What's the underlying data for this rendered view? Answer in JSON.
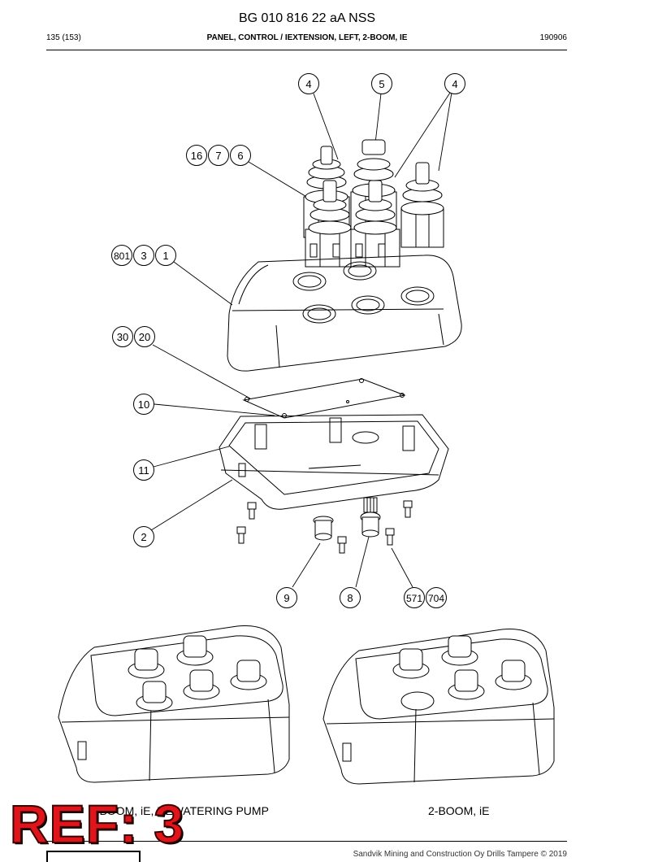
{
  "header": {
    "doc_title": "BG 010 816 22 aA NSS",
    "page": "135 (153)",
    "section": "PANEL, CONTROL / IEXTENSION, LEFT, 2-BOOM, IE",
    "code": "190906"
  },
  "callouts": {
    "c1": "4",
    "c2": "5",
    "c3": "4",
    "c4": "16",
    "c5": "7",
    "c6": "6",
    "c7": "801",
    "c8": "3",
    "c9": "1",
    "c10": "30",
    "c11": "20",
    "c12": "10",
    "c13": "11",
    "c14": "2",
    "c15": "9",
    "c16": "8",
    "c17": "571",
    "c18": "704"
  },
  "captions": {
    "left": "2-BOOM, iE, DEWATERING PUMP",
    "right": "2-BOOM, iE"
  },
  "stamp": "REF: 3",
  "footer": "Sandvik Mining and Construction Oy Drills Tampere © 2019"
}
